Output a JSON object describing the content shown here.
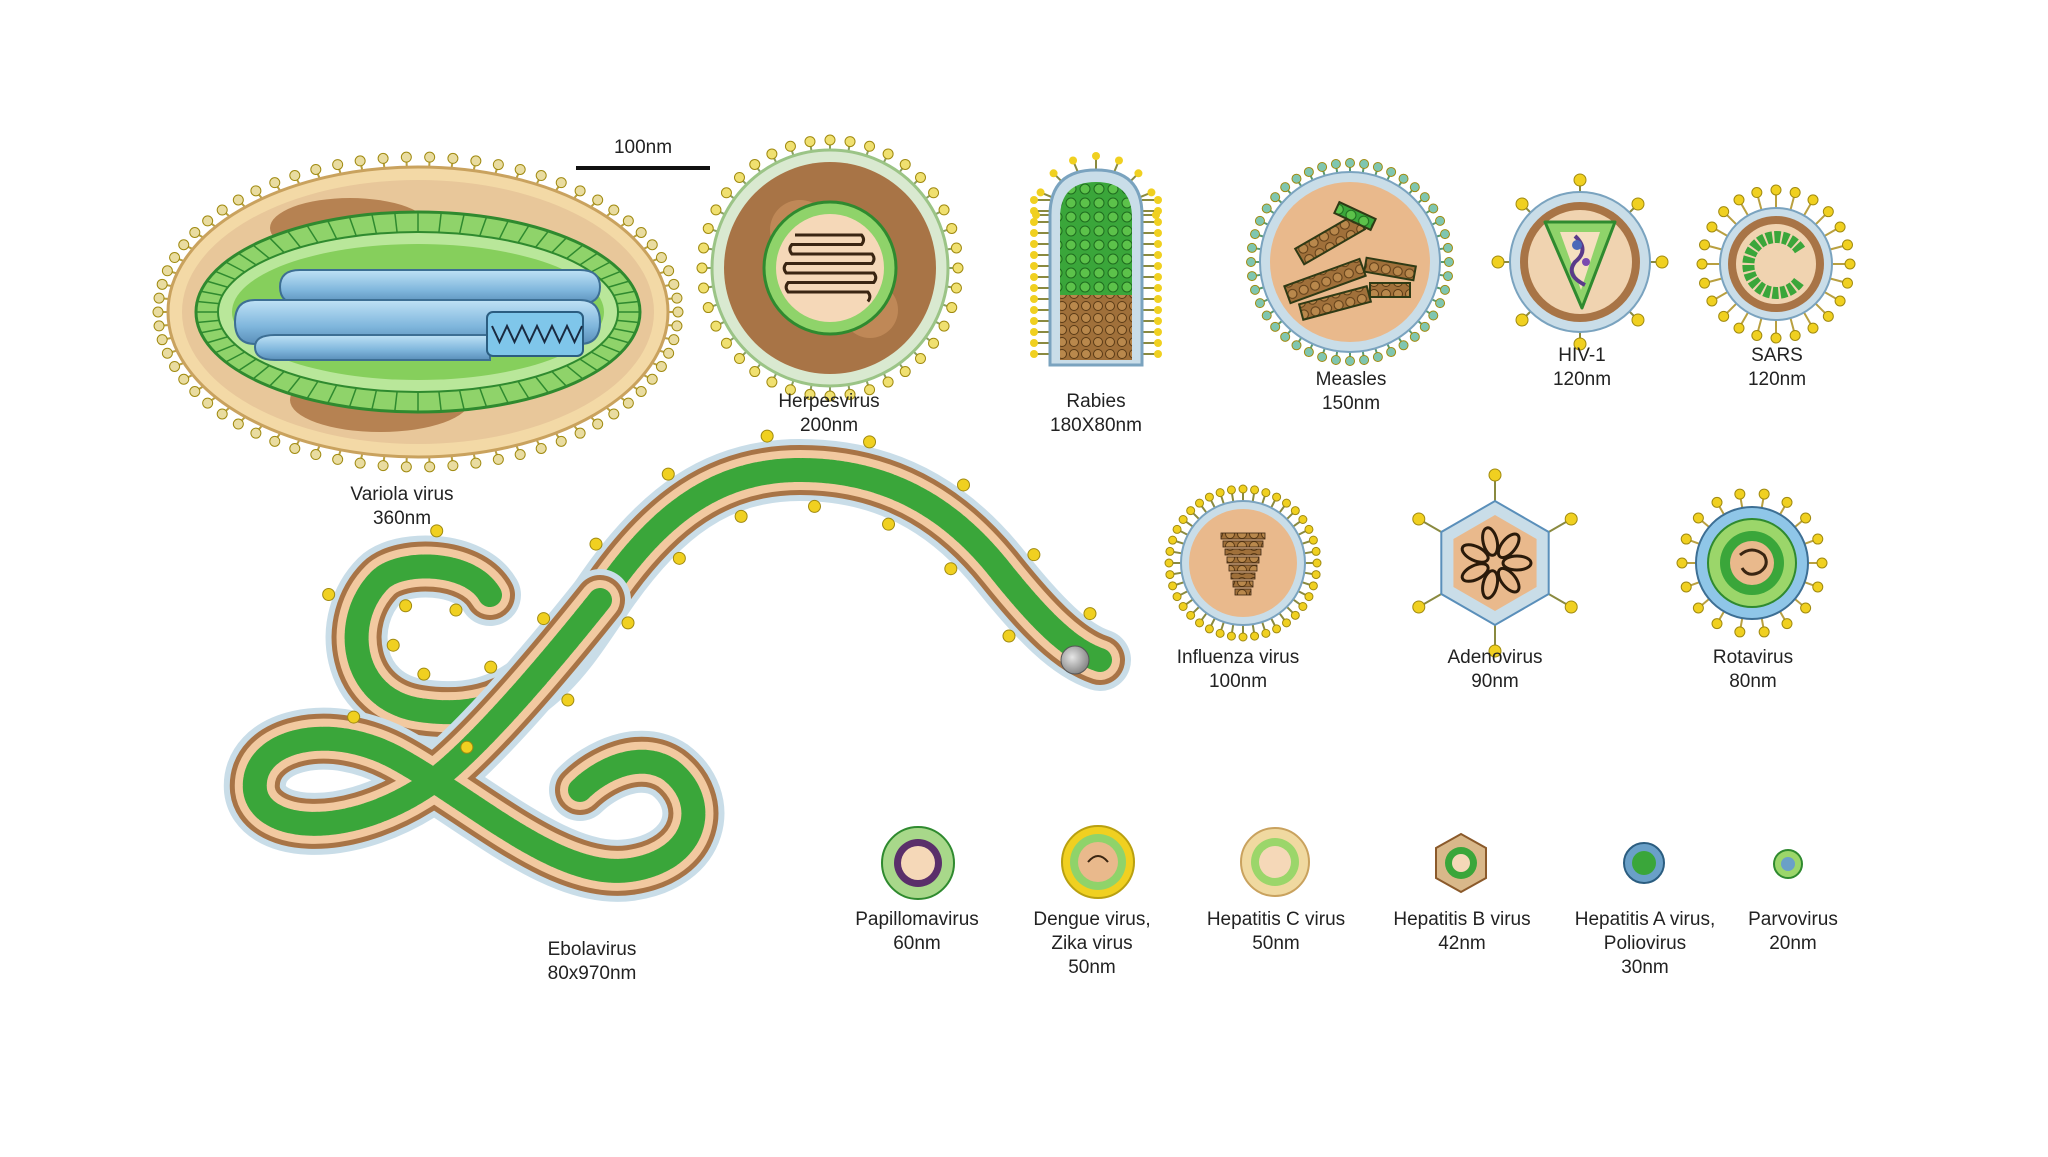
{
  "scale_bar": {
    "label": "100nm"
  },
  "colors": {
    "envelope": "#c9dde8",
    "matrix": "#8b5a2b",
    "core": "#f2c9a0",
    "capsid_green": "#3aa63a",
    "spike_yellow": "#f0d020",
    "light_green": "#9bd66a",
    "blue_nucleo": "#8fc6e8"
  },
  "viruses": [
    {
      "id": "variola",
      "name": "Variola virus",
      "size": "360nm",
      "icon": "variola-virus-illustration"
    },
    {
      "id": "herpes",
      "name": "Herpesvirus",
      "size": "200nm",
      "icon": "herpesvirus-illustration"
    },
    {
      "id": "rabies",
      "name": "Rabies",
      "size": "180X80nm",
      "icon": "rabies-virus-illustration"
    },
    {
      "id": "measles",
      "name": "Measles",
      "size": "150nm",
      "icon": "measles-virus-illustration"
    },
    {
      "id": "hiv",
      "name": "HIV-1",
      "size": "120nm",
      "icon": "hiv-virus-illustration"
    },
    {
      "id": "sars",
      "name": "SARS",
      "size": "120nm",
      "icon": "sars-virus-illustration"
    },
    {
      "id": "ebola",
      "name": "Ebolavirus",
      "size": "80x970nm",
      "icon": "ebolavirus-illustration"
    },
    {
      "id": "influenza",
      "name": "Influenza virus",
      "size": "100nm",
      "icon": "influenza-virus-illustration"
    },
    {
      "id": "adeno",
      "name": "Adenovirus",
      "size": "90nm",
      "icon": "adenovirus-illustration"
    },
    {
      "id": "rota",
      "name": "Rotavirus",
      "size": "80nm",
      "icon": "rotavirus-illustration"
    },
    {
      "id": "papilloma",
      "name": "Papillomavirus",
      "size": "60nm",
      "icon": "papillomavirus-illustration"
    },
    {
      "id": "dengue",
      "name": "Dengue virus,",
      "name2": "Zika virus",
      "size": "50nm",
      "icon": "dengue-zika-virus-illustration"
    },
    {
      "id": "hepc",
      "name": "Hepatitis C virus",
      "size": "50nm",
      "icon": "hepatitis-c-virus-illustration"
    },
    {
      "id": "hepb",
      "name": "Hepatitis B virus",
      "size": "42nm",
      "icon": "hepatitis-b-virus-illustration"
    },
    {
      "id": "hepa",
      "name": "Hepatitis A virus,",
      "name2": "Poliovirus",
      "size": "30nm",
      "icon": "hepatitis-a-polio-virus-illustration"
    },
    {
      "id": "parvo",
      "name": "Parvovirus",
      "size": "20nm",
      "icon": "parvovirus-illustration"
    }
  ]
}
